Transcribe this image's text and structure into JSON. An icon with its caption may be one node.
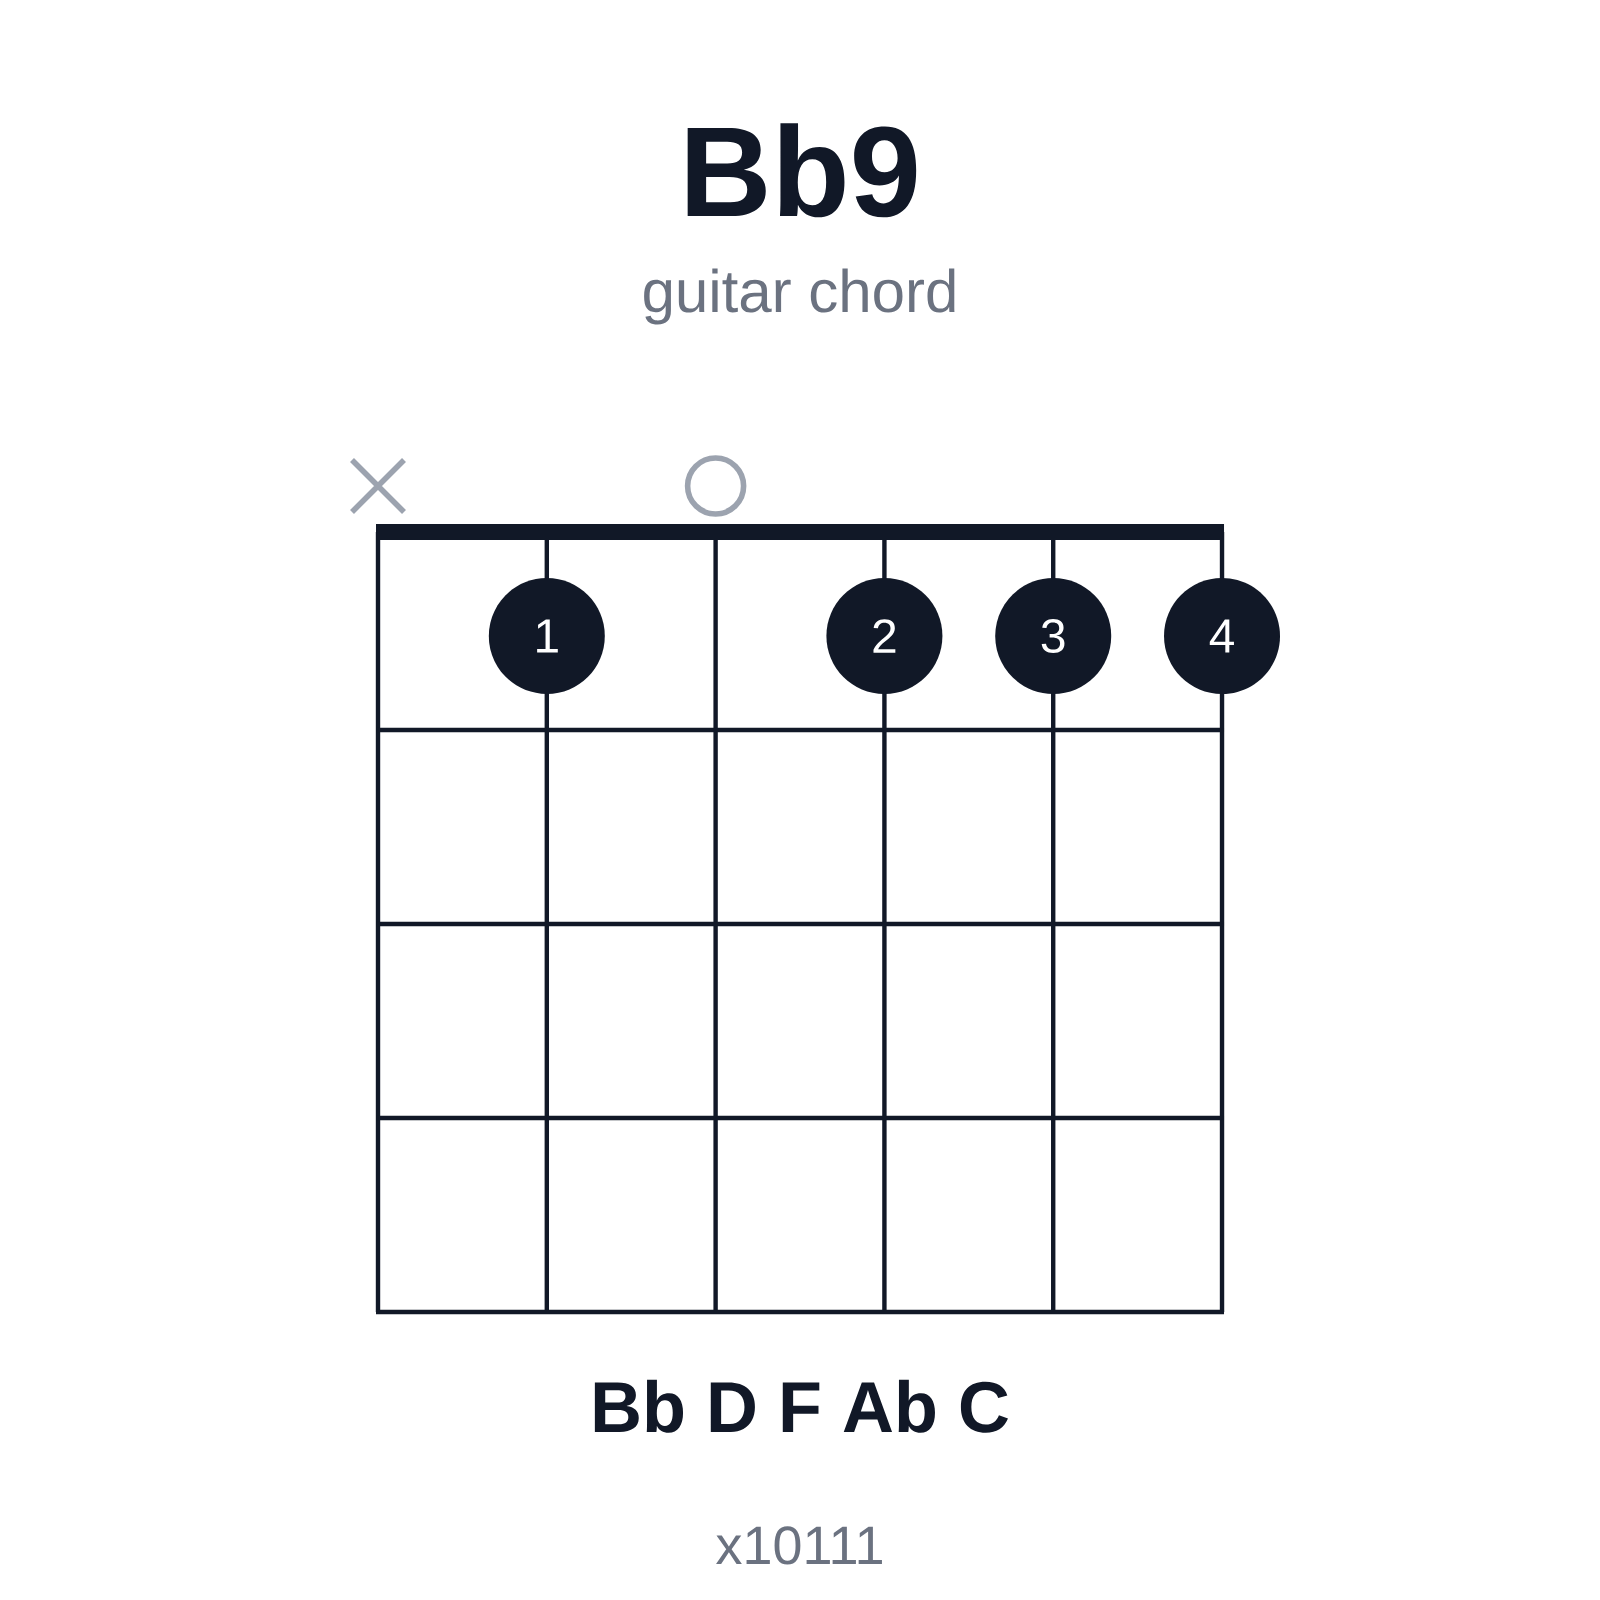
{
  "diagram": {
    "title": "Bb9",
    "nodes": [
      {
        "text": [
          "1"
        ]
      },
      {
        "text": [
          "2"
        ]
      },
      {
        "text": [
          "3"
        ]
      },
      {
        "text": [
          "4"
        ]
      }
    ],
    "labels": [
      "guitar chord",
      "Bb D F Ab C",
      "x10111"
    ]
  }
}
